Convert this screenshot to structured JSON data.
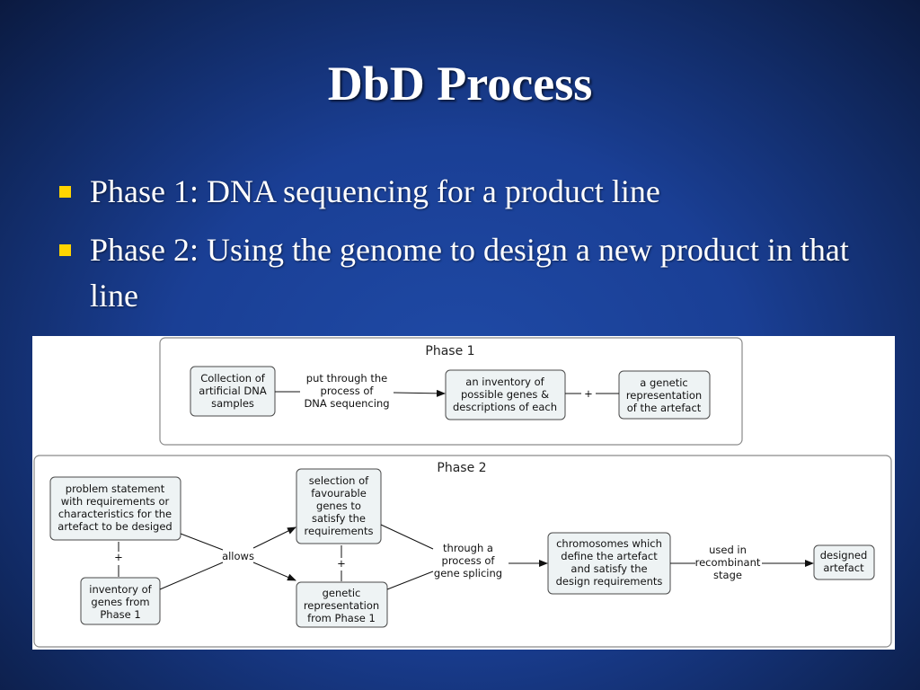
{
  "slide": {
    "title": "DbD Process",
    "bullets": [
      "Phase 1: DNA sequencing for a product line",
      "Phase 2: Using the genome to design a new product in that line"
    ]
  },
  "diagram": {
    "phase1": {
      "title": "Phase 1",
      "nodes": {
        "collection": [
          "Collection of",
          "artificial DNA",
          "samples"
        ],
        "inventory": [
          "an inventory of",
          "possible genes &",
          "descriptions of each"
        ],
        "genetic_rep": [
          "a genetic",
          "representation",
          "of the artefact"
        ]
      },
      "links": {
        "sequencing": [
          "put through the",
          "process of",
          "DNA sequencing"
        ],
        "plus": "+"
      }
    },
    "phase2": {
      "title": "Phase 2",
      "nodes": {
        "problem": [
          "problem statement",
          "with requirements or",
          "characteristics for the",
          "artefact to be desiged"
        ],
        "inventory": [
          "inventory of",
          "genes from",
          "Phase 1"
        ],
        "selection": [
          "selection of",
          "favourable",
          "genes to",
          "satisfy the",
          "requirements"
        ],
        "genetic_rep": [
          "genetic",
          "representation",
          "from Phase 1"
        ],
        "chromosomes": [
          "chromosomes which",
          "define the artefact",
          "and satisfy the",
          "design requirements"
        ],
        "designed": [
          "designed",
          "artefact"
        ]
      },
      "links": {
        "allows": "allows",
        "plus": "+",
        "splicing": [
          "through a",
          "process of",
          "gene splicing"
        ],
        "recombinant": [
          "used in",
          "recombinant",
          "stage"
        ]
      }
    }
  },
  "colors": {
    "bullet_marker": "#ffd400",
    "background": "#1a3f95"
  }
}
